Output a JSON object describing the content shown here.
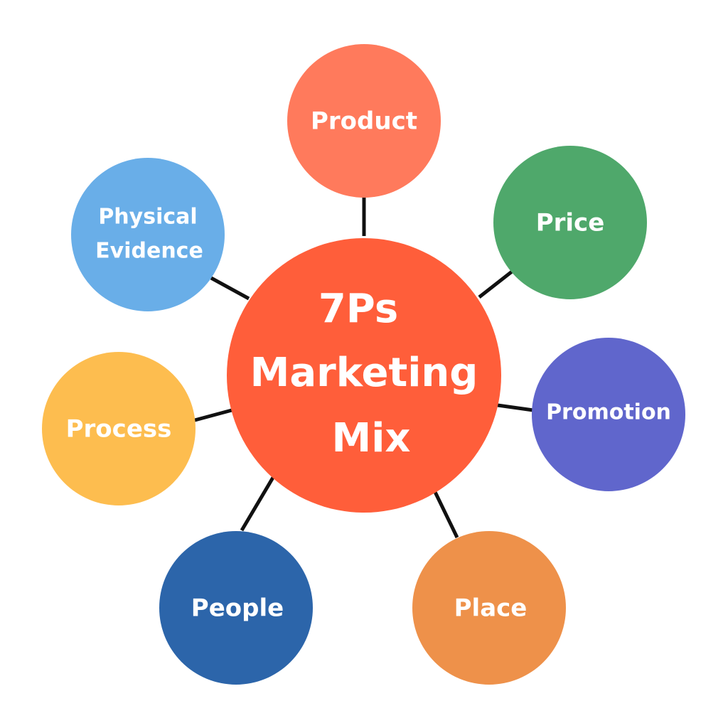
{
  "center": {
    "lines": [
      "7Ps",
      "Marketing",
      "Mix"
    ],
    "color": "#FF5E3A"
  },
  "nodes": [
    {
      "label": "Product",
      "color": "#FF7A5C"
    },
    {
      "label": "Price",
      "color": "#4FA86B"
    },
    {
      "label": "Promotion",
      "color": "#6066CC"
    },
    {
      "label": "Place",
      "color": "#EE914A"
    },
    {
      "label": "People",
      "color": "#2C65AA"
    },
    {
      "label": "Process",
      "color": "#FDBD4F"
    },
    {
      "label_lines": [
        "Physical",
        "Evidence"
      ],
      "color": "#69AEE8"
    }
  ]
}
